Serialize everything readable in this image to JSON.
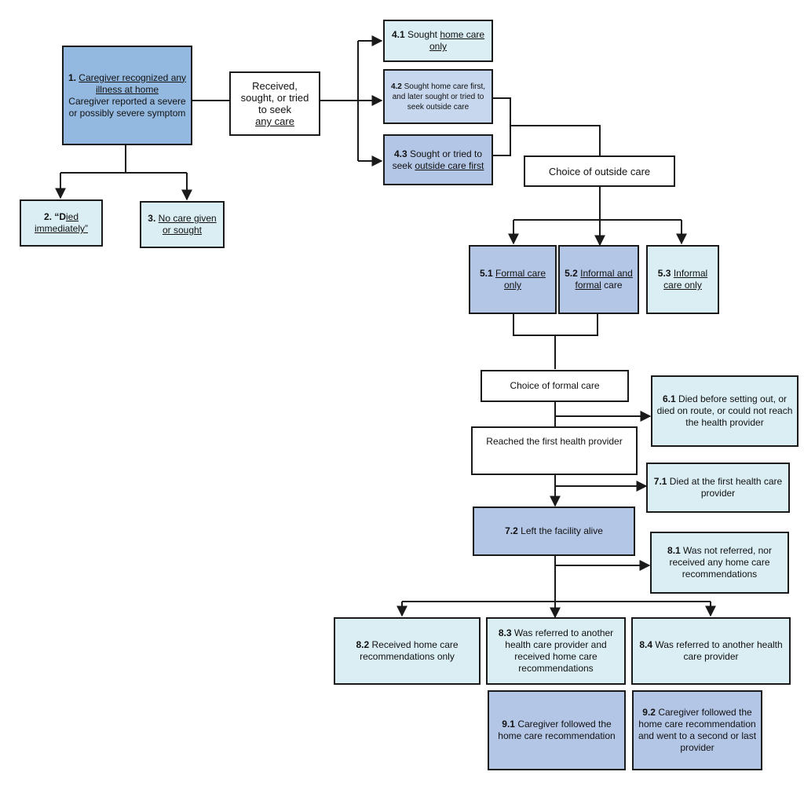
{
  "nodes": {
    "n1": {
      "num": "1.",
      "underlined": "Caregiver recognized any illness at home",
      "text": "Caregiver reported a severe or possibly severe symptom"
    },
    "n_received": {
      "l1": "Received,",
      "l2": "sought, or tried",
      "l3": "to seek",
      "l4": "any care"
    },
    "n2": {
      "num": "2. “D",
      "underlined": "ied immediately”"
    },
    "n3": {
      "num": "3.",
      "underlined": "No care given or sought"
    },
    "n41": {
      "num": "4.1",
      "text": "Sought",
      "underlined": "home care only"
    },
    "n42": {
      "num": "4.2",
      "text": "Sought home care first, and later sought or tried to seek outside care"
    },
    "n43": {
      "num": "4.3",
      "text": "Sought or tried to seek",
      "underlined": "outside care first"
    },
    "n_choice_outside": {
      "text": "Choice of outside care"
    },
    "n51": {
      "num": "5.1",
      "underlined": "Formal care only"
    },
    "n52": {
      "num": "5.2",
      "underlined_a": "Informal and",
      "underlined_b": "formal",
      "text": "care"
    },
    "n53": {
      "num": "5.3",
      "underlined": "Informal care only"
    },
    "n_choice_formal": {
      "text": "Choice of formal care"
    },
    "n61": {
      "num": "6.1",
      "text": "Died before setting out, or died on route, or could not reach the health provider"
    },
    "n_reached": {
      "text": "Reached the first health provider"
    },
    "n71": {
      "num": "7.1",
      "text": "Died at the first health care provider"
    },
    "n72": {
      "num": "7.2",
      "text": "Left the facility alive"
    },
    "n81": {
      "num": "8.1",
      "text": "Was not referred, nor received any home care recommendations"
    },
    "n82": {
      "num": "8.2",
      "text": "Received home care recommendations  only"
    },
    "n83": {
      "num": "8.3",
      "text": "Was referred to another health care provider and received home care recommendations"
    },
    "n84": {
      "num": "8.4",
      "text": "Was referred to another health care provider"
    },
    "n91": {
      "num": "9.1",
      "text": "Caregiver  followed the home care recommendation"
    },
    "n92": {
      "num": "9.2",
      "text": "Caregiver followed the home care recommendation and went to a second or last provider"
    }
  }
}
